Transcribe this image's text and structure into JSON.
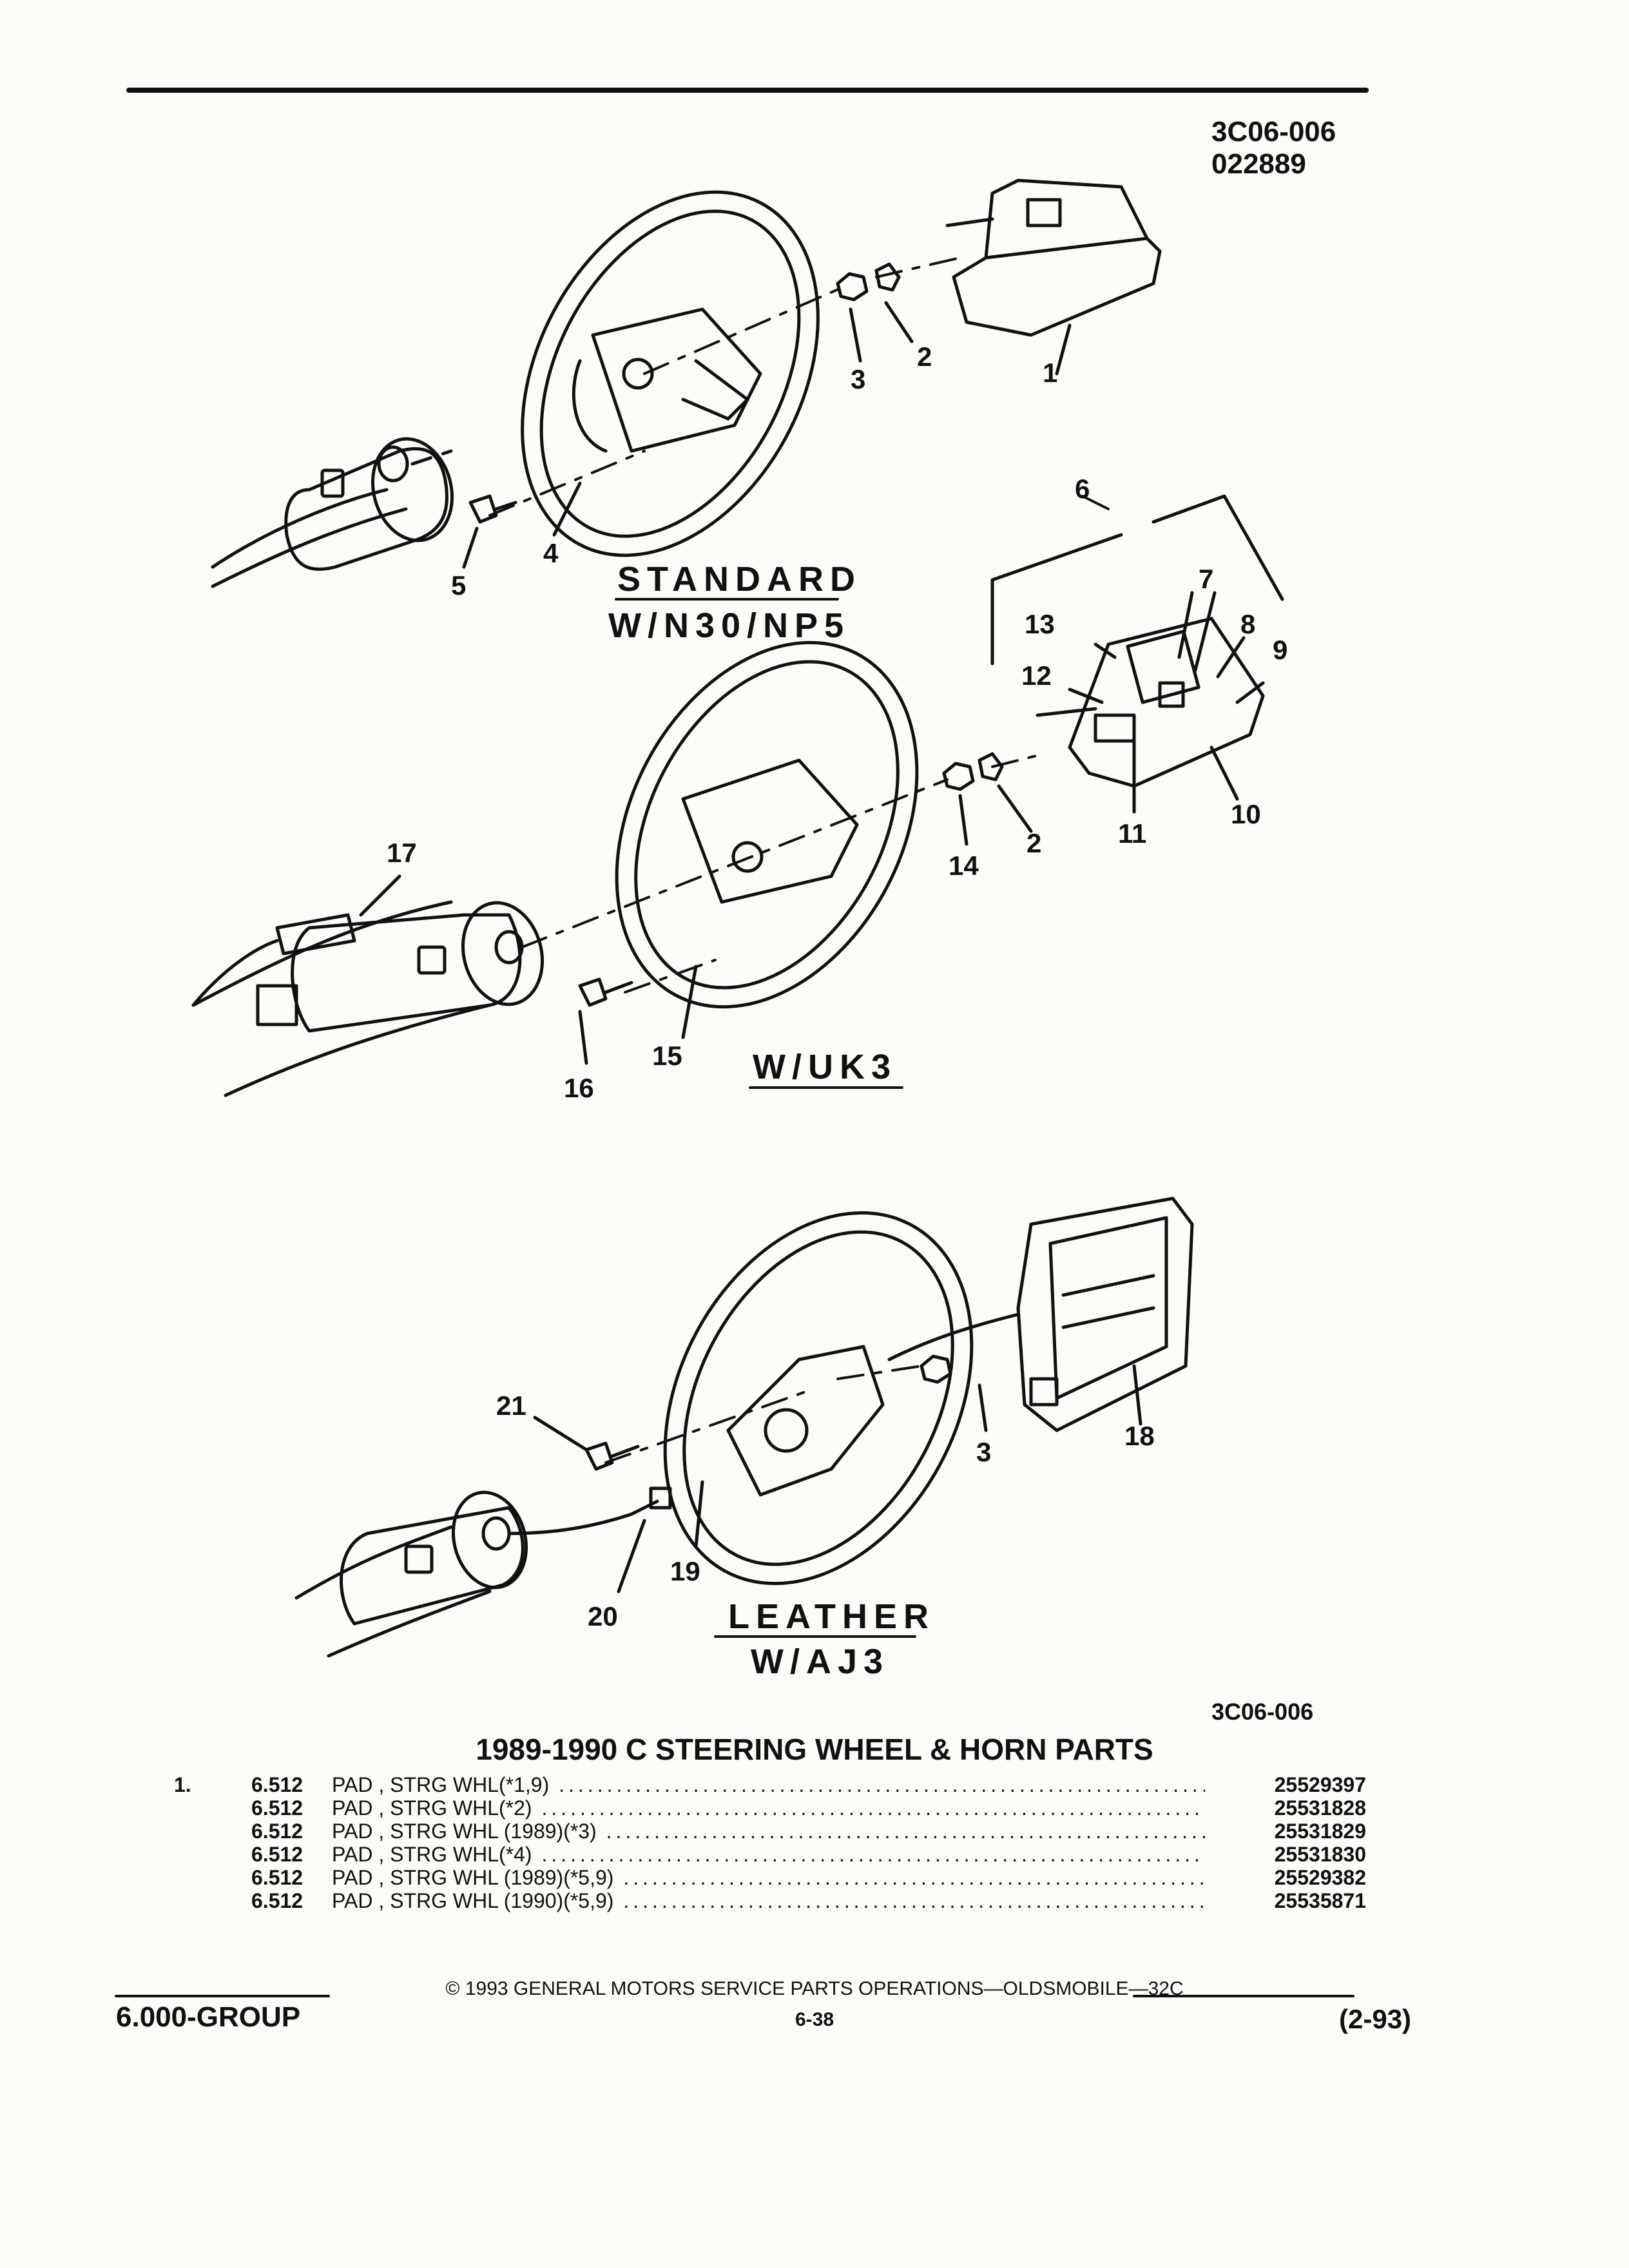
{
  "header": {
    "ref_code": "3C06-006",
    "date_code": "022889"
  },
  "variants": [
    {
      "line1": "STANDARD",
      "line2": "W/N30/NP5"
    },
    {
      "line1": "W/UK3"
    },
    {
      "line1": "LEATHER",
      "line2": "W/AJ3"
    }
  ],
  "callouts": [
    "1",
    "2",
    "3",
    "4",
    "5",
    "6",
    "7",
    "8",
    "9",
    "10",
    "11",
    "12",
    "13",
    "14",
    "2",
    "15",
    "16",
    "17",
    "18",
    "3",
    "19",
    "20",
    "21"
  ],
  "diagram_ref": "3C06-006",
  "parts_title": "1989-1990 C STEERING WHEEL & HORN PARTS",
  "parts_list": [
    {
      "item": "1.",
      "code": "6.512",
      "desc": "PAD , STRG WHL(*1,9)",
      "part_no": "25529397"
    },
    {
      "item": "",
      "code": "6.512",
      "desc": "PAD , STRG WHL(*2)",
      "part_no": "25531828"
    },
    {
      "item": "",
      "code": "6.512",
      "desc": "PAD , STRG WHL (1989)(*3)",
      "part_no": "25531829"
    },
    {
      "item": "",
      "code": "6.512",
      "desc": "PAD , STRG WHL(*4)",
      "part_no": "25531830"
    },
    {
      "item": "",
      "code": "6.512",
      "desc": "PAD , STRG WHL (1989)(*5,9)",
      "part_no": "25529382"
    },
    {
      "item": "",
      "code": "6.512",
      "desc": "PAD , STRG WHL (1990)(*5,9)",
      "part_no": "25535871"
    }
  ],
  "footer": {
    "copyright": "© 1993 GENERAL MOTORS SERVICE PARTS OPERATIONS—OLDSMOBILE—32C",
    "group": "6.000-GROUP",
    "page": "6-38",
    "revision": "(2-93)"
  }
}
